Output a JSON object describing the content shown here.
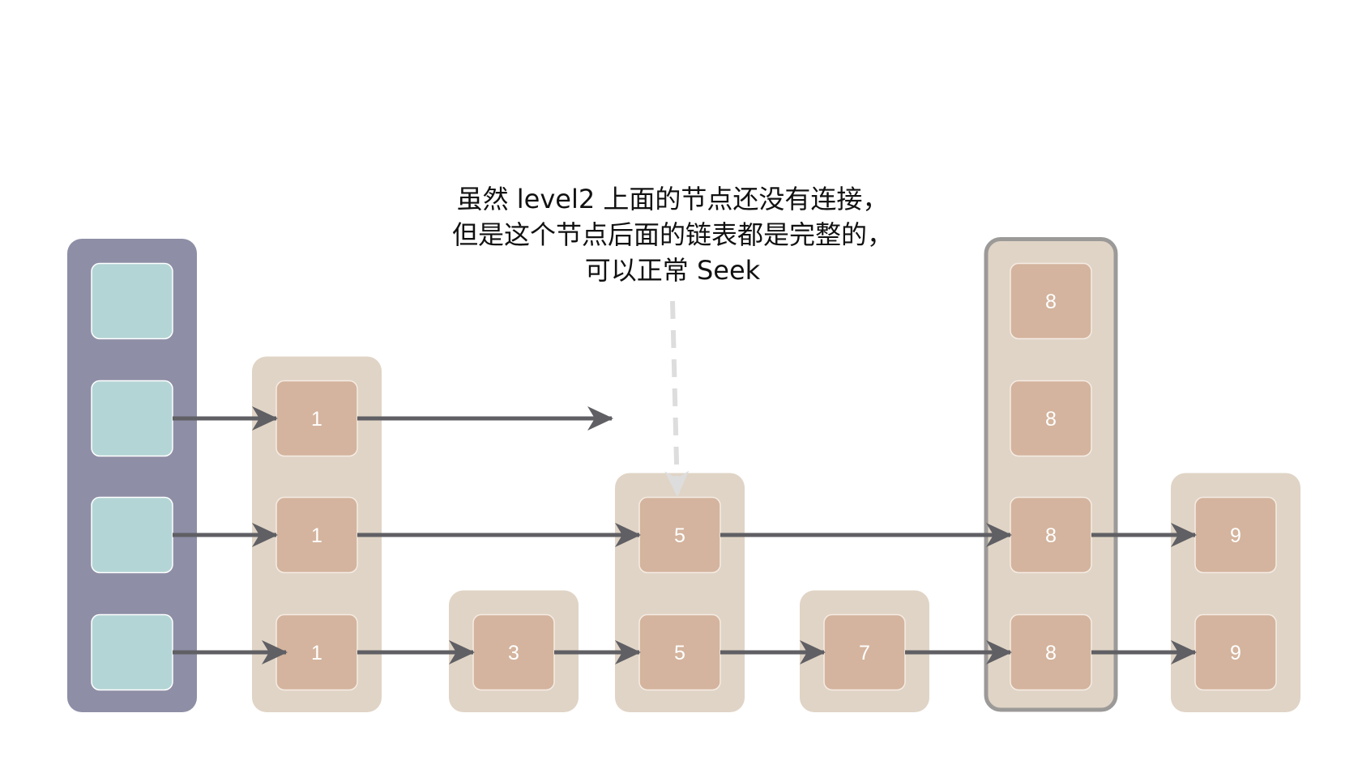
{
  "annotation": {
    "lines": [
      "虽然 level2 上面的节点还没有连接，",
      "但是这个节点后面的链表都是完整的，",
      "可以正常 Seek"
    ]
  },
  "colors": {
    "head_column": "#8e8fa6",
    "head_cell": "#b4d5d5",
    "node_column": "#e0d4c6",
    "node_cell": "#d4b49e",
    "node_text": "#ffffff",
    "arrow": "#5f5f64",
    "dashed_arrow": "#dddddd",
    "highlight_border": "#9c9a98"
  },
  "head": {
    "levels": 4
  },
  "nodes": [
    {
      "id": "n1",
      "value": "1",
      "levels": 3
    },
    {
      "id": "n3",
      "value": "3",
      "levels": 1
    },
    {
      "id": "n5",
      "value": "5",
      "levels": 2
    },
    {
      "id": "n7",
      "value": "7",
      "levels": 1
    },
    {
      "id": "n8",
      "value": "8",
      "levels": 4,
      "highlighted": true
    },
    {
      "id": "n9",
      "value": "9",
      "levels": 2
    }
  ],
  "links": [
    {
      "from": "head",
      "to": "n1",
      "level": 1
    },
    {
      "from": "n1",
      "to": "n3",
      "level": 1
    },
    {
      "from": "n3",
      "to": "n5",
      "level": 1
    },
    {
      "from": "n5",
      "to": "n7",
      "level": 1
    },
    {
      "from": "n7",
      "to": "n8",
      "level": 1
    },
    {
      "from": "n8",
      "to": "n9",
      "level": 1
    },
    {
      "from": "head",
      "to": "n1",
      "level": 2
    },
    {
      "from": "n1",
      "to": "n5",
      "level": 2
    },
    {
      "from": "n5",
      "to": "n8",
      "level": 2
    },
    {
      "from": "n8",
      "to": "n9",
      "level": 2
    },
    {
      "from": "head",
      "to": "n1",
      "level": 3
    },
    {
      "from": "n1",
      "to": "dangling",
      "level": 3
    }
  ]
}
